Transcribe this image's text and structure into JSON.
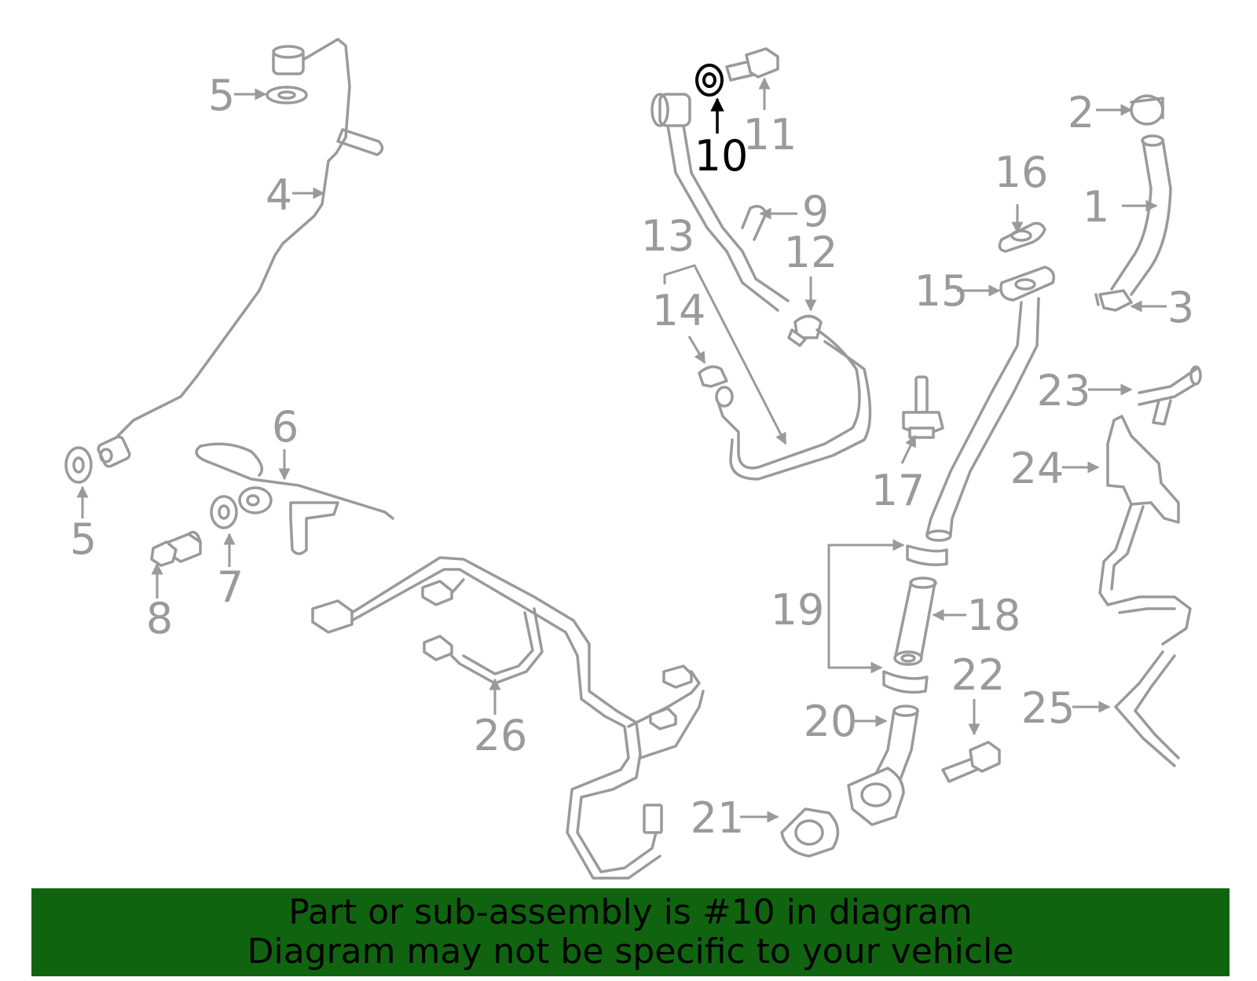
{
  "callouts": {
    "c1": "1",
    "c2": "2",
    "c3": "3",
    "c4": "4",
    "c5a": "5",
    "c5b": "5",
    "c6": "6",
    "c7": "7",
    "c8": "8",
    "c9": "9",
    "c10": "10",
    "c11": "11",
    "c12": "12",
    "c13": "13",
    "c14": "14",
    "c15": "15",
    "c16": "16",
    "c17": "17",
    "c18": "18",
    "c19": "19",
    "c20": "20",
    "c21": "21",
    "c22": "22",
    "c23": "23",
    "c24": "24",
    "c25": "25",
    "c26": "26"
  },
  "highlighted_part": "10",
  "colors": {
    "banner": "#106410",
    "highlight": "#000000",
    "parts": "#9a9a9a"
  },
  "banner": {
    "line1": "Part or sub-assembly is #10 in diagram",
    "line2": "Diagram may not be specific to your vehicle"
  }
}
